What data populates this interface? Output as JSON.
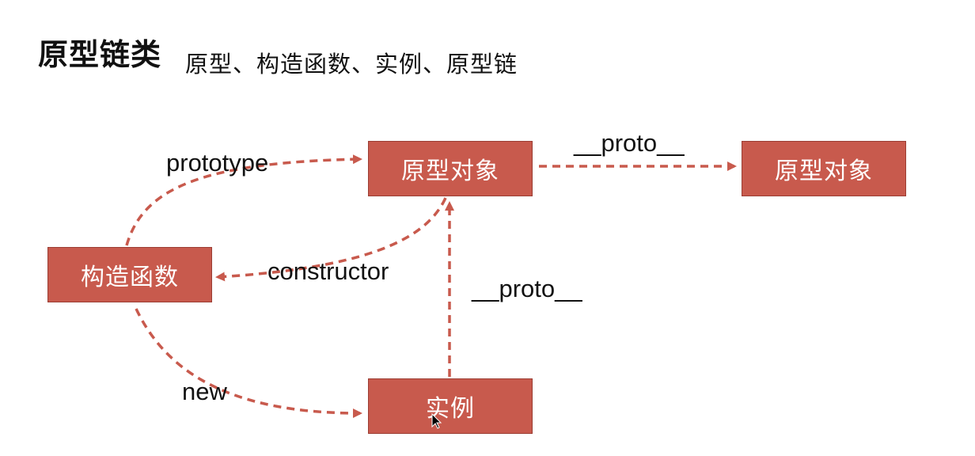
{
  "header": {
    "title": "原型链类",
    "subtitle": "原型、构造函数、实例、原型链"
  },
  "nodes": {
    "prototype_object_1": "原型对象",
    "prototype_object_2": "原型对象",
    "constructor_function": "构造函数",
    "instance": "实例"
  },
  "edges": {
    "prototype": "prototype",
    "proto_top": "__proto__",
    "constructor": "constructor",
    "proto_vertical": "__proto__",
    "new": "new"
  },
  "colors": {
    "node_fill": "#c85a4d",
    "node_border": "#9b3d33",
    "arrow": "#c85a4d",
    "text": "#111111"
  }
}
